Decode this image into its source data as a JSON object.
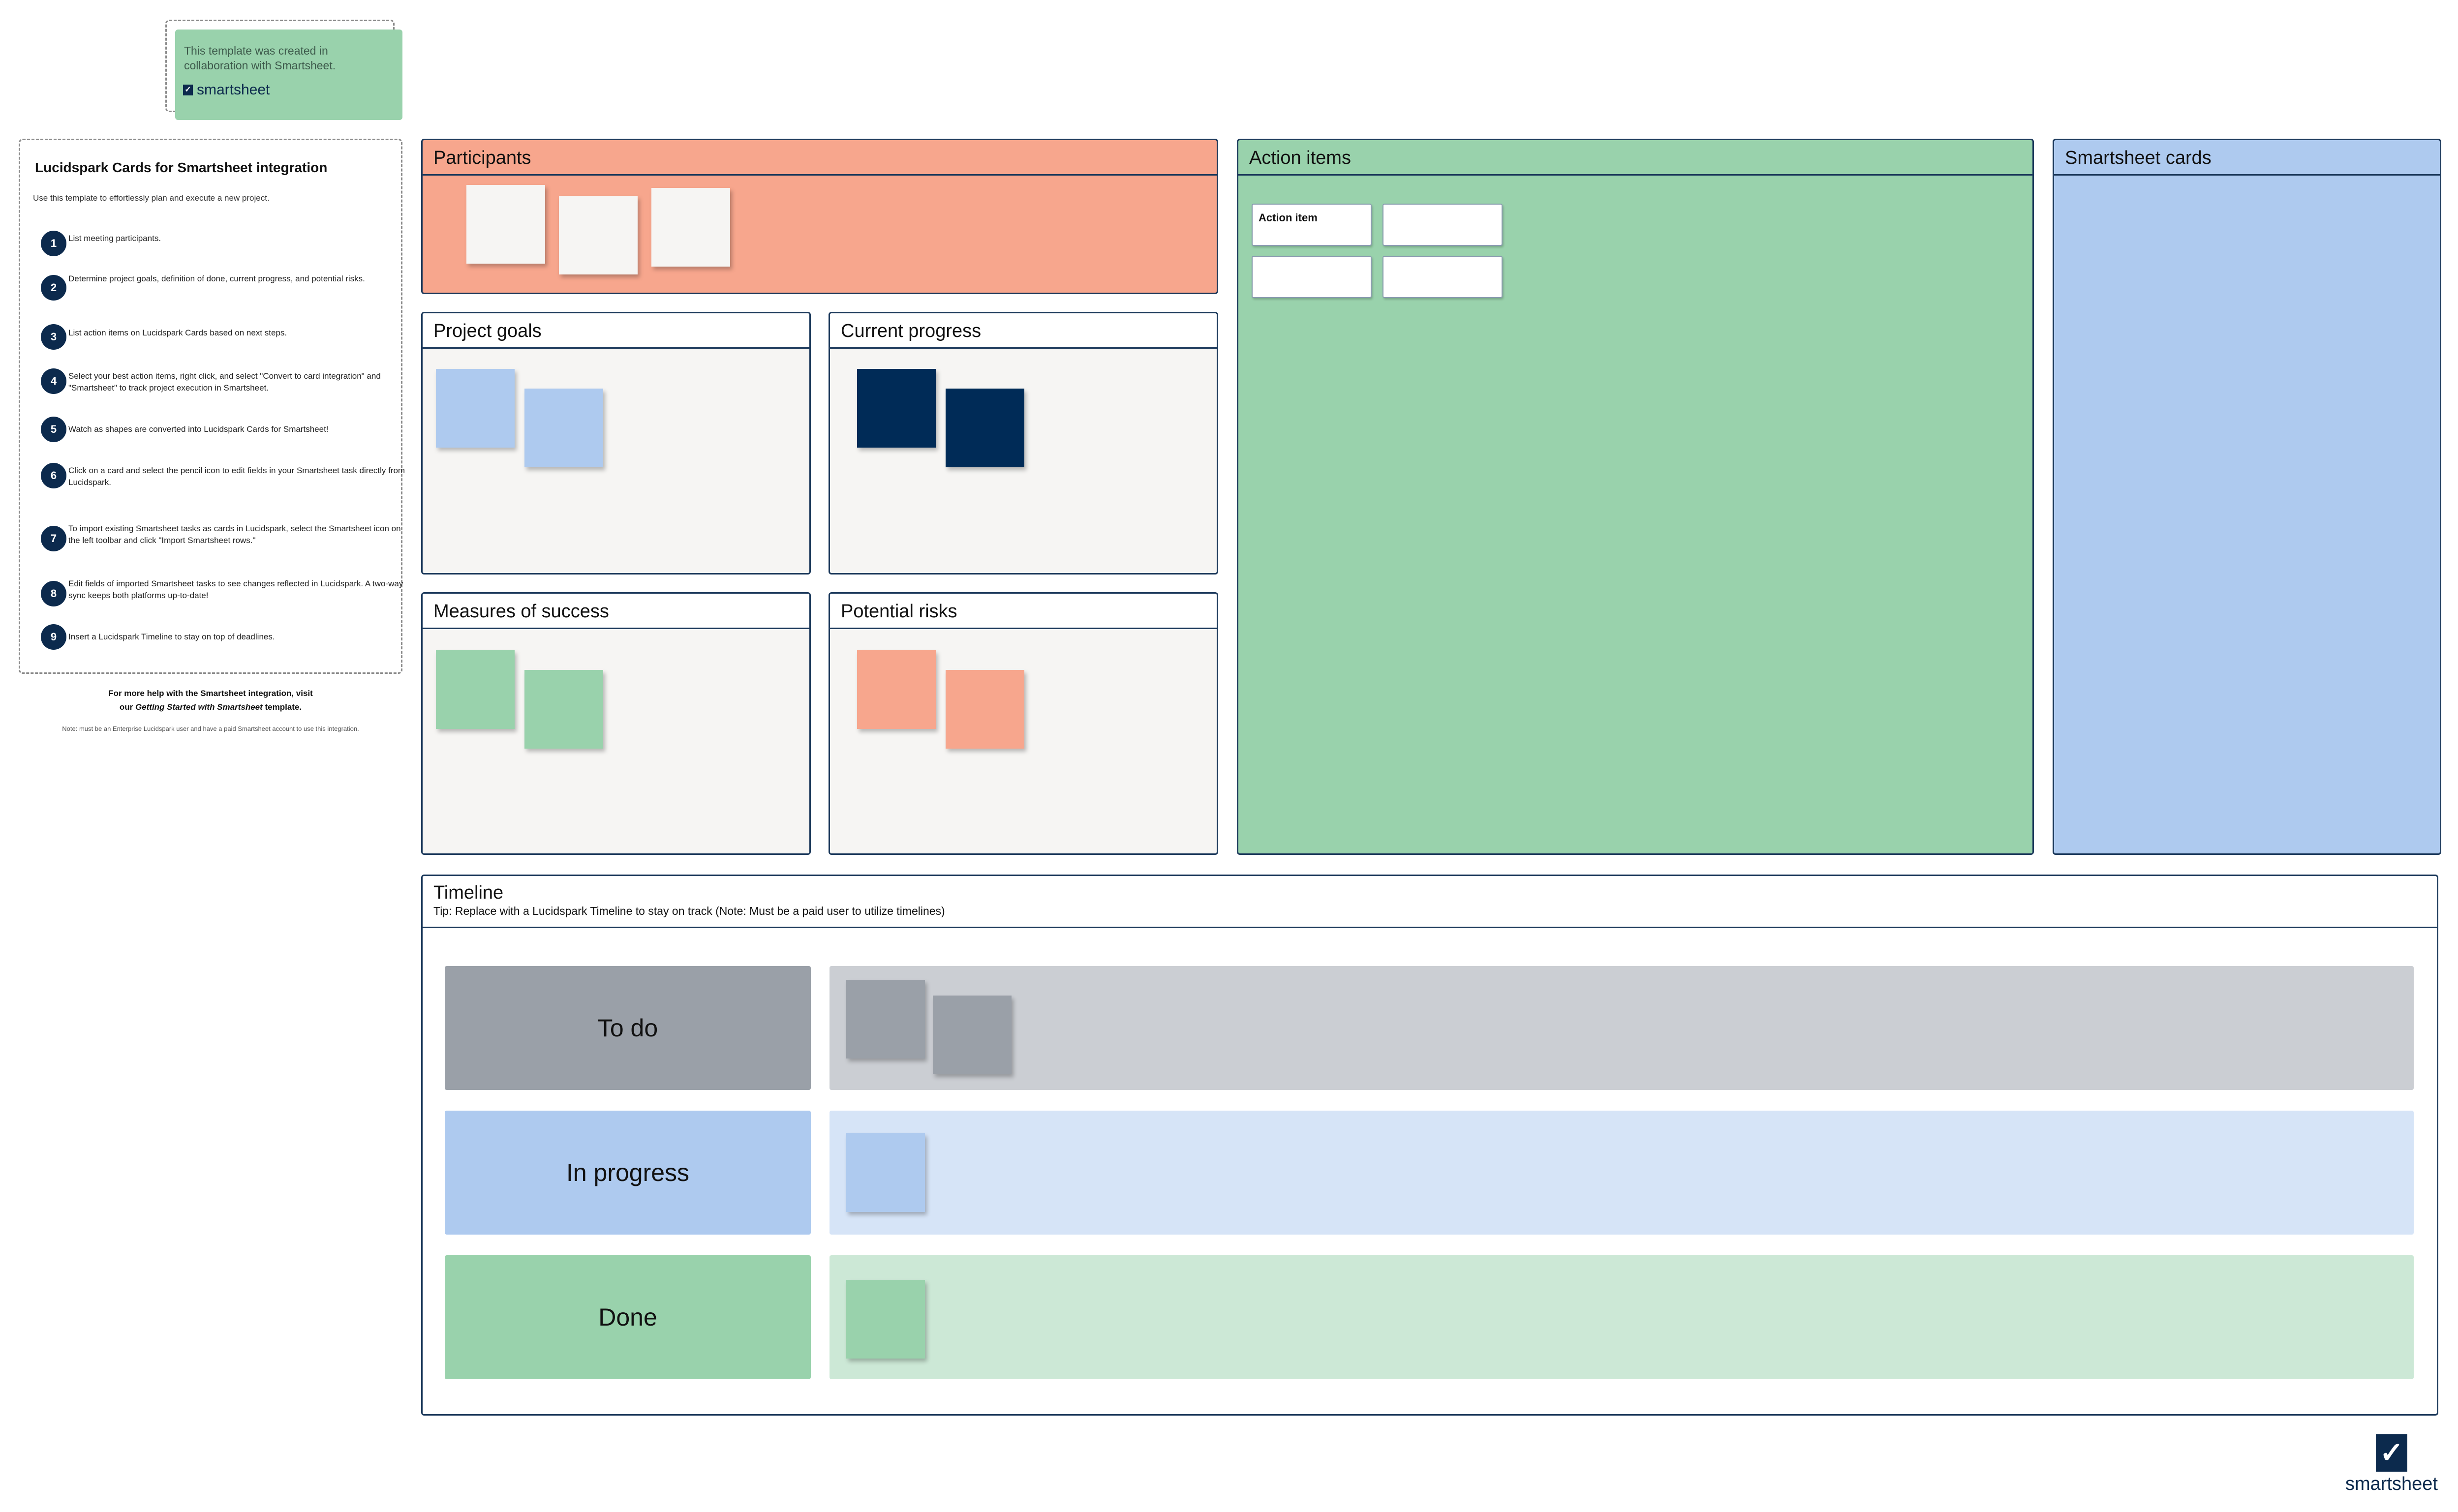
{
  "collab_badge": {
    "text": "This template was created in collaboration with Smartsheet.",
    "logo_text": "smartsheet"
  },
  "instructions": {
    "title": "Lucidspark Cards for Smartsheet integration",
    "intro": "Use this template to effortlessly plan and execute a new project.",
    "steps": [
      {
        "num": "1",
        "text": "List meeting participants."
      },
      {
        "num": "2",
        "text": "Determine project goals, definition of done, current progress, and potential risks."
      },
      {
        "num": "3",
        "text": "List action items on Lucidspark Cards based on next steps."
      },
      {
        "num": "4",
        "text": "Select your best action items, right click, and select \"Convert to card integration\" and \"Smartsheet\" to track project execution in Smartsheet."
      },
      {
        "num": "5",
        "text": "Watch as shapes are converted into Lucidspark Cards for Smartsheet!"
      },
      {
        "num": "6",
        "text": "Click on a card and select the pencil icon to edit fields in your Smartsheet task directly from Lucidspark."
      },
      {
        "num": "7",
        "text": "To import existing Smartsheet tasks as cards in Lucidspark, select the Smartsheet icon on the left toolbar and click \"Import Smartsheet rows.\""
      },
      {
        "num": "8",
        "text": "Edit fields of imported Smartsheet tasks to see changes reflected in Lucidspark. A two-way sync keeps both platforms up-to-date!"
      },
      {
        "num": "9",
        "text": "Insert a Lucidspark Timeline to stay on top of deadlines."
      }
    ],
    "help_line1": "For more help with the Smartsheet integration, visit",
    "help_line2_pre": "our ",
    "help_line2_link": "Getting Started with Smartsheet",
    "help_line2_post": " template.",
    "note": "Note: must be an Enterprise Lucidspark user and have a paid Smartsheet account to use this integration."
  },
  "panels": {
    "participants": "Participants",
    "project_goals": "Project goals",
    "current_progress": "Current progress",
    "measures_of_success": "Measures of success",
    "potential_risks": "Potential risks",
    "action_items": "Action items",
    "smartsheet_cards": "Smartsheet cards"
  },
  "action_cards": [
    "Action item",
    "",
    "",
    ""
  ],
  "timeline": {
    "title": "Timeline",
    "tip": "Tip: Replace with a Lucidspark Timeline to stay on track (Note: Must be a paid user to utilize timelines)",
    "lanes": [
      {
        "label": "To do"
      },
      {
        "label": "In progress"
      },
      {
        "label": "Done"
      }
    ]
  },
  "footer_logo": {
    "text": "smartsheet"
  },
  "colors": {
    "salmon": "#f7a68d",
    "green": "#99d2ac",
    "blue": "#aecaef",
    "navy": "#002b57",
    "gray": "#9aa0a8",
    "panel_bg": "#f6f5f3",
    "border": "#1d3a5c"
  }
}
